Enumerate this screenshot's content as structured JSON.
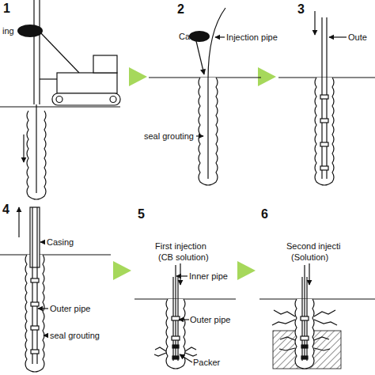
{
  "diagram": {
    "labels": [
      "1",
      "ing",
      "2",
      "Ca",
      "Injection pipe",
      "seal grouting",
      "3",
      "Oute",
      "4",
      "Casing",
      "Outer pipe",
      "seal grouting",
      "5",
      "First injection",
      "(CB solution)",
      "Inner pipe",
      "Outer pipe",
      "Packer",
      "6",
      "Second injecti",
      "(Solution)"
    ]
  }
}
